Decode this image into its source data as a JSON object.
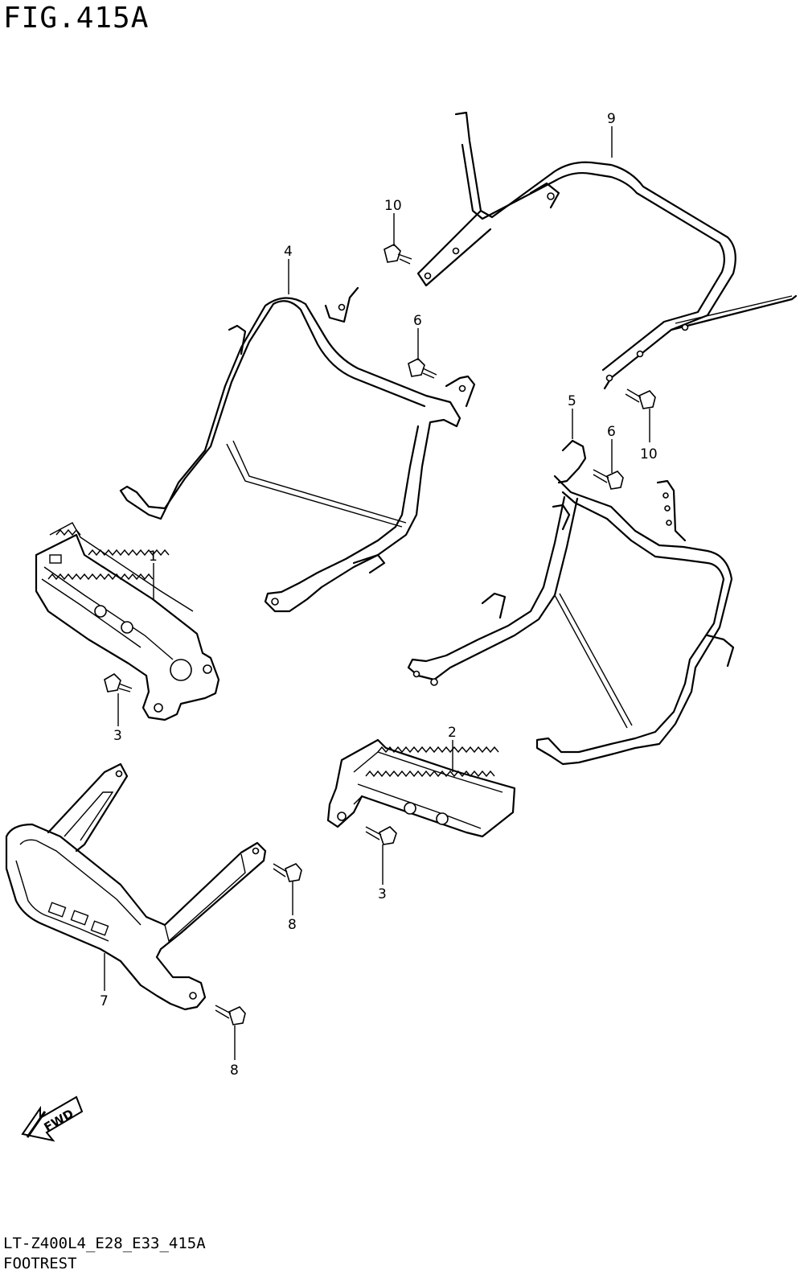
{
  "figure": {
    "title": "FIG.415A",
    "code": "LT-Z400L4_E28_E33_415A",
    "name": "FOOTREST"
  },
  "callouts": [
    "1",
    "2",
    "3",
    "3",
    "4",
    "5",
    "6",
    "6",
    "7",
    "8",
    "8",
    "9",
    "10",
    "10"
  ],
  "fwd_label": "FWD",
  "fwd_icon": "fwd-arrow-icon"
}
